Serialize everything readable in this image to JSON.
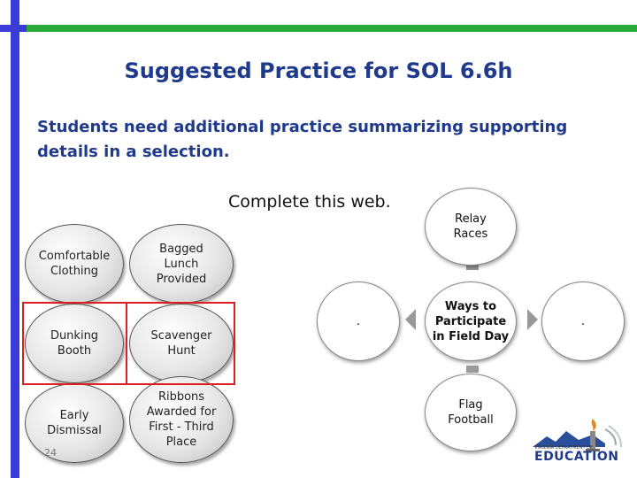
{
  "slide": {
    "title": "Suggested Practice for SOL 6.6h",
    "intro": "Students need additional practice summarizing supporting details in a selection.",
    "instruction": "Complete this web.",
    "page_number": "24"
  },
  "ovals": [
    {
      "line1": "Comfortable",
      "line2": "Clothing",
      "line3": "",
      "line4": ""
    },
    {
      "line1": "Bagged",
      "line2": "Lunch",
      "line3": "Provided",
      "line4": ""
    },
    {
      "line1": "Dunking",
      "line2": "Booth",
      "line3": "",
      "line4": ""
    },
    {
      "line1": "Scavenger",
      "line2": "Hunt",
      "line3": "",
      "line4": ""
    },
    {
      "line1": "Early",
      "line2": "Dismissal",
      "line3": "",
      "line4": ""
    },
    {
      "line1": "Ribbons",
      "line2": "Awarded for",
      "line3": "First - Third",
      "line4": "Place"
    }
  ],
  "web": {
    "top": {
      "line1": "Relay",
      "line2": "Races"
    },
    "center": {
      "line1": "Ways to",
      "line2": "Participate",
      "line3": "in Field Day"
    },
    "bottom": {
      "line1": "Flag",
      "line2": "Football"
    },
    "left": ".",
    "right": "."
  },
  "logo": {
    "text": "EDUCATION",
    "subtext": "VIRGINIA DEPARTMENT OF"
  },
  "colors": {
    "title": "#1f3a8c",
    "bar_blue": "#3a3ad8",
    "bar_green": "#2aa83a",
    "highlight": "#d82020"
  }
}
